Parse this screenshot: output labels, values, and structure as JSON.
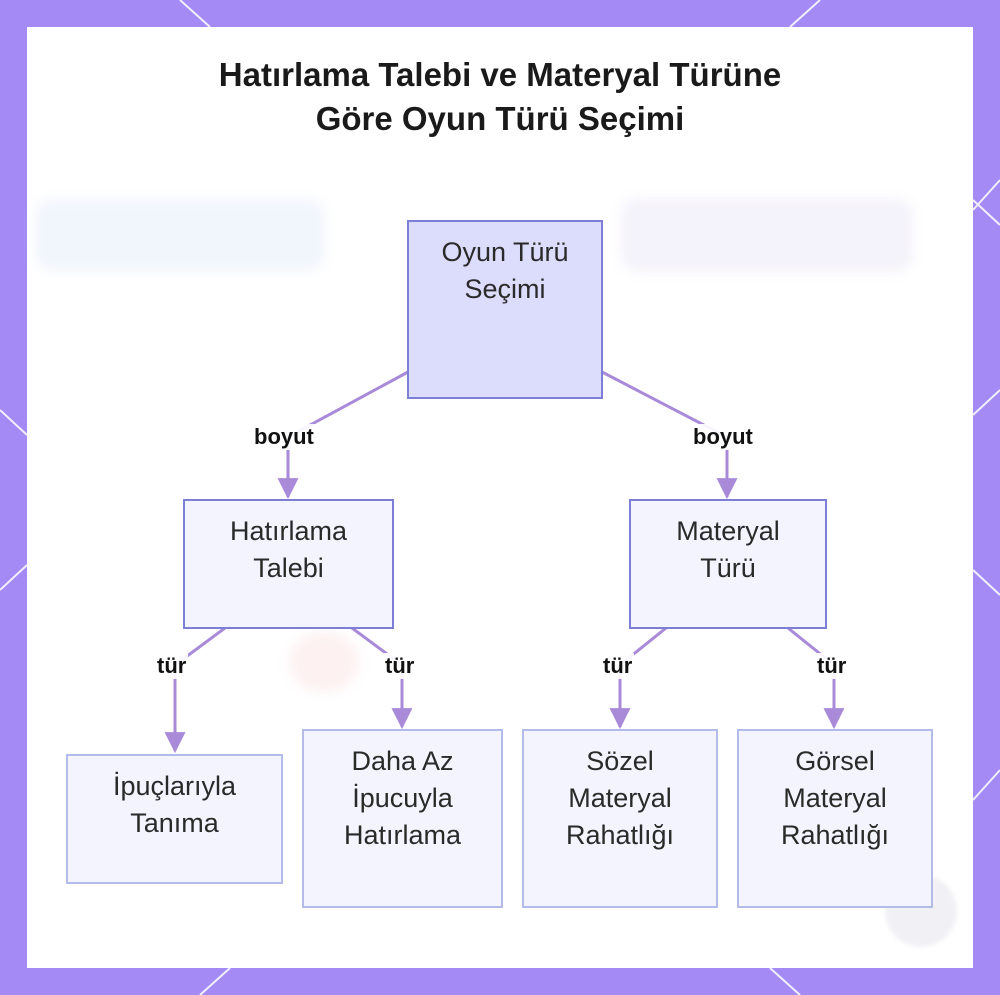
{
  "title": {
    "line1": "Hatırlama Talebi ve Materyal Türüne",
    "line2": "Göre Oyun Türü Seçimi"
  },
  "nodes": {
    "root": {
      "line1": "Oyun Türü",
      "line2": "Seçimi"
    },
    "recall_demand": {
      "line1": "Hatırlama",
      "line2": "Talebi"
    },
    "material_type": {
      "line1": "Materyal",
      "line2": "Türü"
    },
    "cued_recognition": {
      "line1": "İpuçlarıyla",
      "line2": "Tanıma"
    },
    "less_cued_recall": {
      "line1": "Daha Az",
      "line2": "İpucuyla",
      "line3": "Hatırlama"
    },
    "verbal_comfort": {
      "line1": "Sözel",
      "line2": "Materyal",
      "line3": "Rahatlığı"
    },
    "visual_comfort": {
      "line1": "Görsel",
      "line2": "Materyal",
      "line3": "Rahatlığı"
    }
  },
  "edges": {
    "root_to_recall": "boyut",
    "root_to_material": "boyut",
    "recall_to_cued": "tür",
    "recall_to_less": "tür",
    "material_to_verbal": "tür",
    "material_to_visual": "tür"
  },
  "colors": {
    "frame": "#a48af5",
    "edge": "#a98ad9",
    "root_fill": "#dcdcfc",
    "root_border": "#7d7fd6",
    "mid_fill": "#f3f4fd",
    "mid_border": "#7d7fd6",
    "leaf_fill": "#f3f4fd",
    "leaf_border": "#b3bbe8"
  }
}
